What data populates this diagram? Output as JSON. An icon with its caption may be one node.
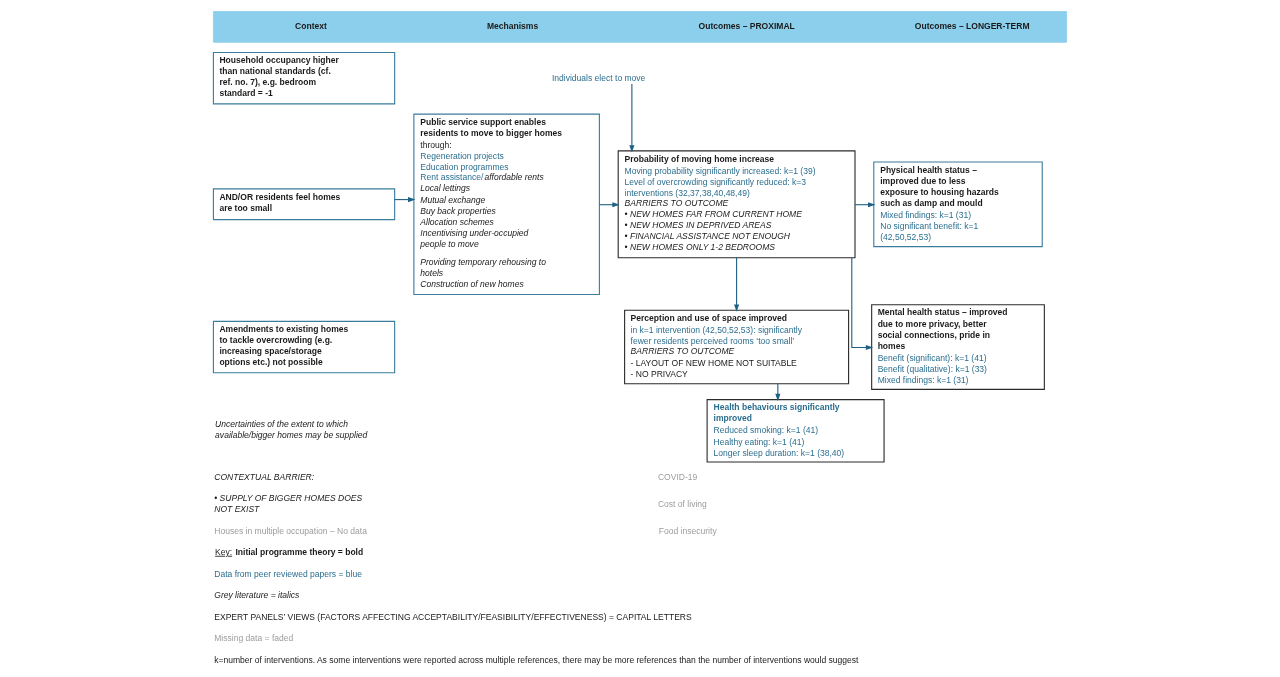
{
  "diagram": {
    "nodes": [
      {
        "text": [
          "Context",
          "Mechanisms",
          "Outcomes – PROXIMAL",
          "Outcomes – LONGER-TERM"
        ]
      },
      {
        "text": [
          "Household occupancy higher than national standards (cf. ref. no. 7), e.g. bedroom standard = -1"
        ]
      },
      {
        "text": [
          "AND/OR residents feel homes are too small"
        ]
      },
      {
        "text": [
          "Amendments to existing homes to tackle overcrowding (e.g. increasing space/storage options etc.) not possible"
        ]
      },
      {
        "text": [
          "Individuals elect to move"
        ]
      },
      {
        "text": [
          "**Public service support enables residents to move to bigger homes** through:",
          "Regeneration projects",
          "Education programmes",
          "Rent assistance/*affordable rents*",
          "Local lettings",
          "Mutual exchange",
          "Buy back properties",
          "Allocation schemes",
          "Incentivising under-occupied people to move",
          "Providing temporary rehousing to hotels",
          "Construction of new homes"
        ]
      },
      {
        "text": [
          "Probability of moving home increase",
          "Moving probability significantly increased: k=1 (39)",
          "Level of overcrowding significantly reduced: k=3 interventions (32,37,38,40,48,49)",
          "BARRIERS TO OUTCOME",
          "• NEW HOMES FAR FROM CURRENT HOME",
          "• NEW HOMES IN DEPRIVED AREAS",
          "• FINANCIAL ASSISTANCE NOT ENOUGH",
          "• NEW HOMES ONLY 1-2 BEDROOMS"
        ]
      },
      {
        "text": [
          "**Perception and use of space improved** in k=1 intervention (42,50,52,53): significantly fewer residents perceived rooms ‘too small’",
          "BARRIERS TO OUTCOME",
          "- LAYOUT OF NEW HOME NOT SUITABLE",
          "- NO PRIVACY"
        ]
      },
      {
        "text": [
          "Physical health status – improved due to less exposure to housing hazards such as damp and mould",
          "Mixed findings: k=1 (31)",
          "No significant benefit: k=1 (42,50,52,53)"
        ]
      },
      {
        "text": [
          "Mental health status – improved due to more privacy, better social connections, pride in homes",
          "Benefit (significant): k=1 (41)",
          "Benefit (qualitative): k=1 (33)",
          "Mixed findings: k=1 (31)"
        ]
      },
      {
        "text": [
          "Health behaviours significantly improved",
          "Reduced smoking: k=1 (41)",
          "Healthy eating: k=1 (41)",
          "Longer sleep duration: k=1 (38,40)"
        ]
      }
    ],
    "edges": [
      {
        "from": 2,
        "to": 5,
        "arrow": "to"
      },
      {
        "from": 4,
        "to": 6,
        "arrow": "to"
      },
      {
        "from": 5,
        "to": 6,
        "arrow": "to"
      },
      {
        "from": 6,
        "to": 7,
        "arrow": "to"
      },
      {
        "from": 6,
        "to": 8,
        "arrow": "to"
      },
      {
        "from": 6,
        "to": 9,
        "arrow": "to"
      },
      {
        "from": 7,
        "to": 10,
        "arrow": "to"
      }
    ],
    "labels": [
      "Uncertainties of the extent to which available/bigger homes may be supplied",
      "CONTEXTUAL BARRIER:",
      "• SUPPLY OF BIGGER HOMES DOES NOT EXIST",
      "Houses in multiple occupation – No data",
      "COVID-19",
      "Cost of living",
      "Food insecurity",
      "Key: **Initial programme theory = bold**",
      "Data from peer reviewed papers = blue",
      "Grey literature = italics",
      "EXPERT PANELS’ VIEWS (FACTORS AFFECTING ACCEPTABILITY/FEASIBILITY/EFFECTIVENESS) = CAPITAL LETTERS",
      "Missing data = faded",
      "k=number of interventions. As some interventions were reported across multiple references, there may be more references than the number of interventions would suggest"
    ]
  }
}
